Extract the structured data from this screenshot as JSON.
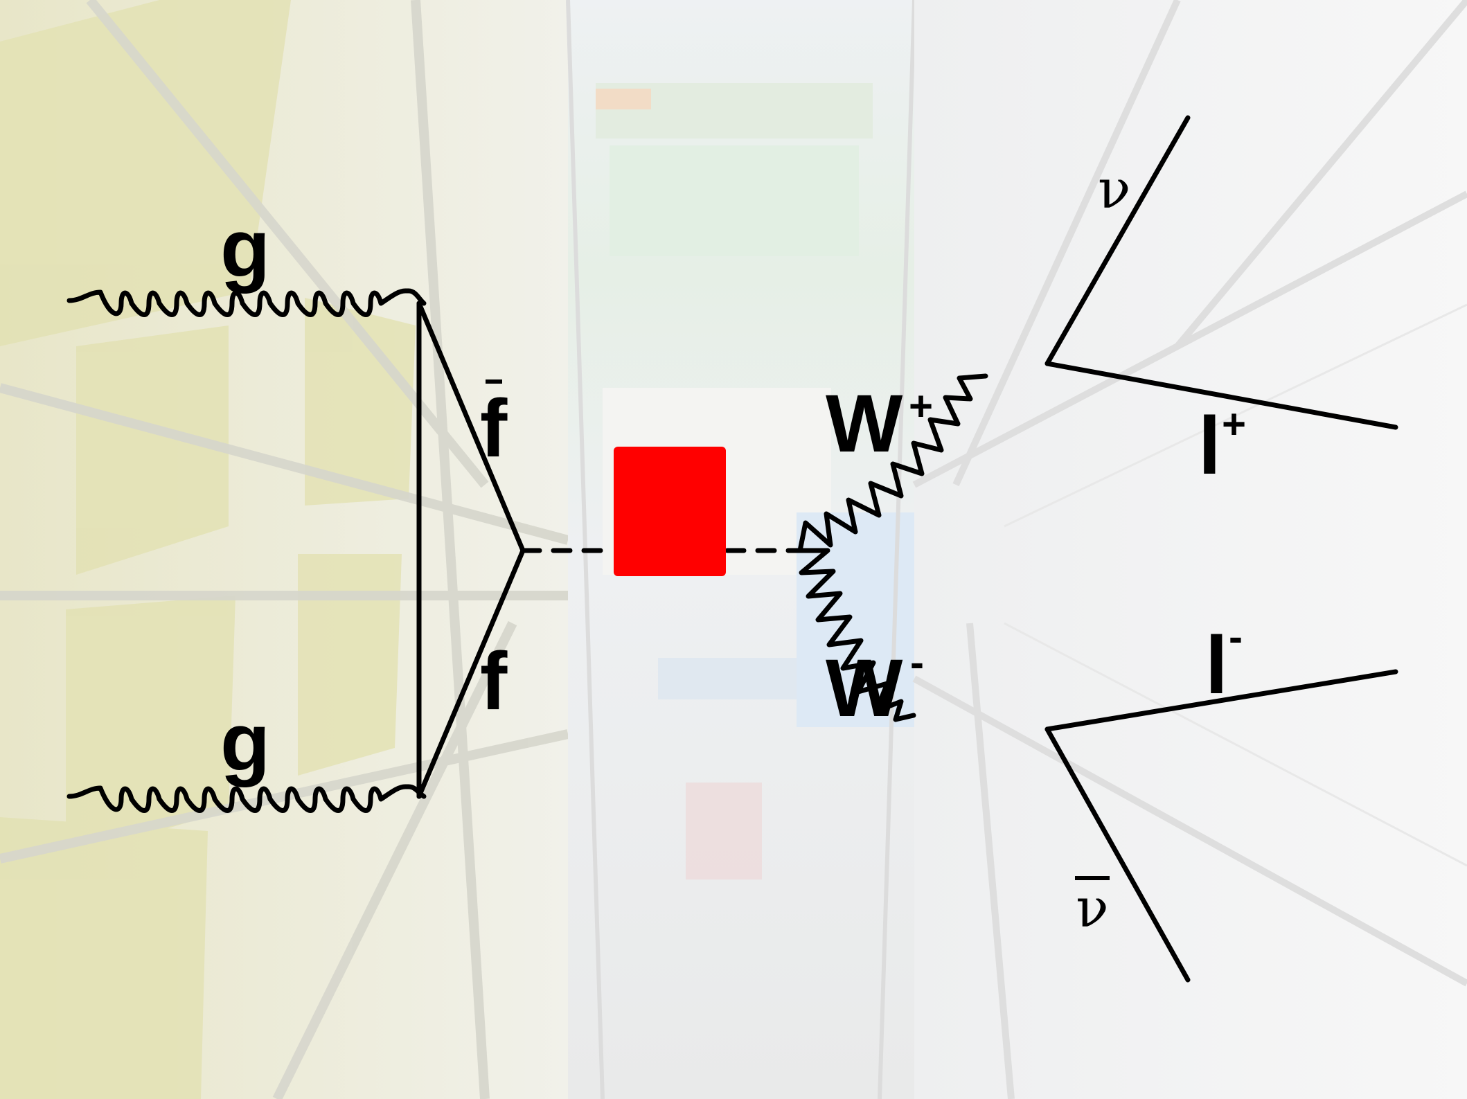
{
  "background": {
    "description_icon": "detector-cavern-photo",
    "tint": "#ffffff",
    "opacity": 0.55
  },
  "labels": {
    "gluon_top": "g",
    "gluon_bottom": "g",
    "fermion_anti": "f",
    "fermion": "f",
    "w_plus": "W",
    "w_plus_charge": "+",
    "w_minus": "W",
    "w_minus_charge": "-",
    "lepton_plus": "l",
    "lepton_plus_charge": "+",
    "lepton_minus": "l",
    "lepton_minus_charge": "-",
    "neutrino": "ν",
    "antineutrino": "ν"
  },
  "colors": {
    "line": "#000000",
    "higgs_box": "#ff0000"
  }
}
